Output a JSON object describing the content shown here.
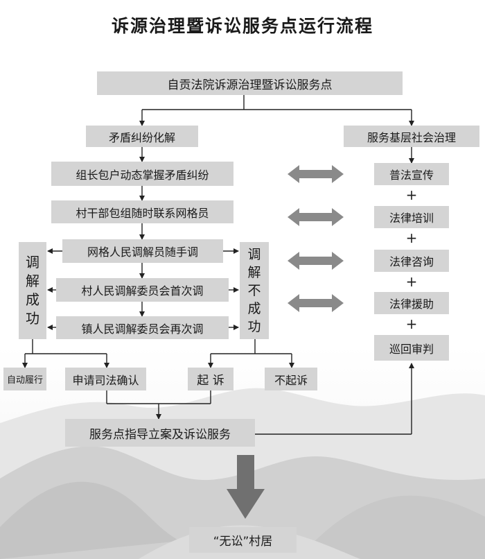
{
  "title": "诉源治理暨诉讼服务点运行流程",
  "top_box": "自贡法院诉源治理暨诉讼服务点",
  "left_branch": {
    "header": "矛盾纠纷化解",
    "steps": [
      "组长包户动态掌握矛盾纠纷",
      "村干部包组随时联系网格员",
      "网格人民调解员随手调",
      "村人民调解委员会首次调",
      "镇人民调解委员会再次调"
    ]
  },
  "success_label": [
    "调",
    "解",
    "成",
    "功"
  ],
  "fail_label": [
    "调",
    "解",
    "不",
    "成",
    "功"
  ],
  "right_branch": {
    "header": "服务基层社会治理",
    "items": [
      "普法宣传",
      "法律培训",
      "法律咨询",
      "法律援助",
      "巡回审判"
    ],
    "plus": "+"
  },
  "outcomes": {
    "auto": "自动履行",
    "judicial": "申请司法确认",
    "sue": "起 诉",
    "no_sue": "不起诉"
  },
  "service_box": "服务点指导立案及诉讼服务",
  "final_box": "“无讼”村居",
  "colors": {
    "box": "#d4d4d4",
    "arrow": "#8a8a8a",
    "line": "#222222",
    "mountain": "#bdbdbd"
  }
}
